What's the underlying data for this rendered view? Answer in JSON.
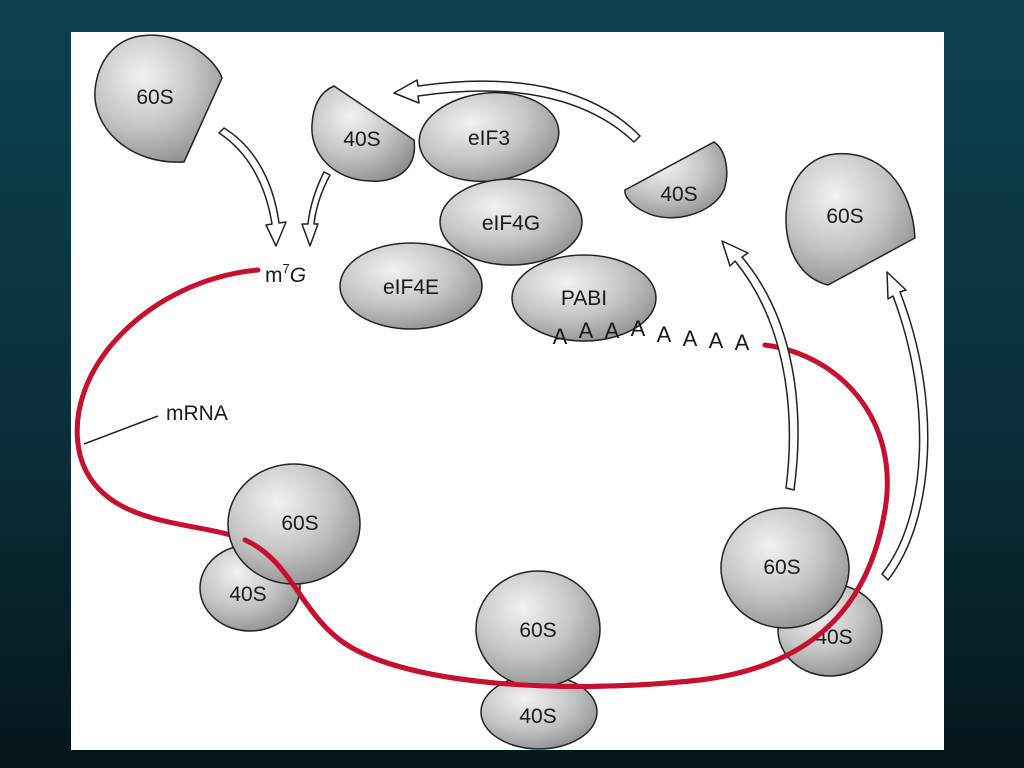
{
  "colors": {
    "background_top": "#0d4150",
    "background_bottom": "#06161c",
    "panel": "#ffffff",
    "mrna_strand": "#c8102e",
    "subunit_fill": "#b9b9b9",
    "outline": "#222222"
  },
  "labels": {
    "free_60s_left": "60S",
    "free_40s_top": "40S",
    "eif3": "eIF3",
    "eif4g": "eIF4G",
    "eif4e": "eIF4E",
    "pabi": "PABI",
    "free_40s_right": "40S",
    "free_60s_right": "60S",
    "cap": "m",
    "cap_superscript": "7",
    "cap_base": "G",
    "polya": [
      "A",
      "A",
      "A",
      "A",
      "A",
      "A",
      "A",
      "A"
    ],
    "mrna": "mRNA",
    "ribosome_left_60s": "60S",
    "ribosome_left_40s": "40S",
    "ribosome_bottom_60s": "60S",
    "ribosome_bottom_40s": "40S",
    "ribosome_right_60s": "60S",
    "ribosome_right_40s": "40S"
  }
}
